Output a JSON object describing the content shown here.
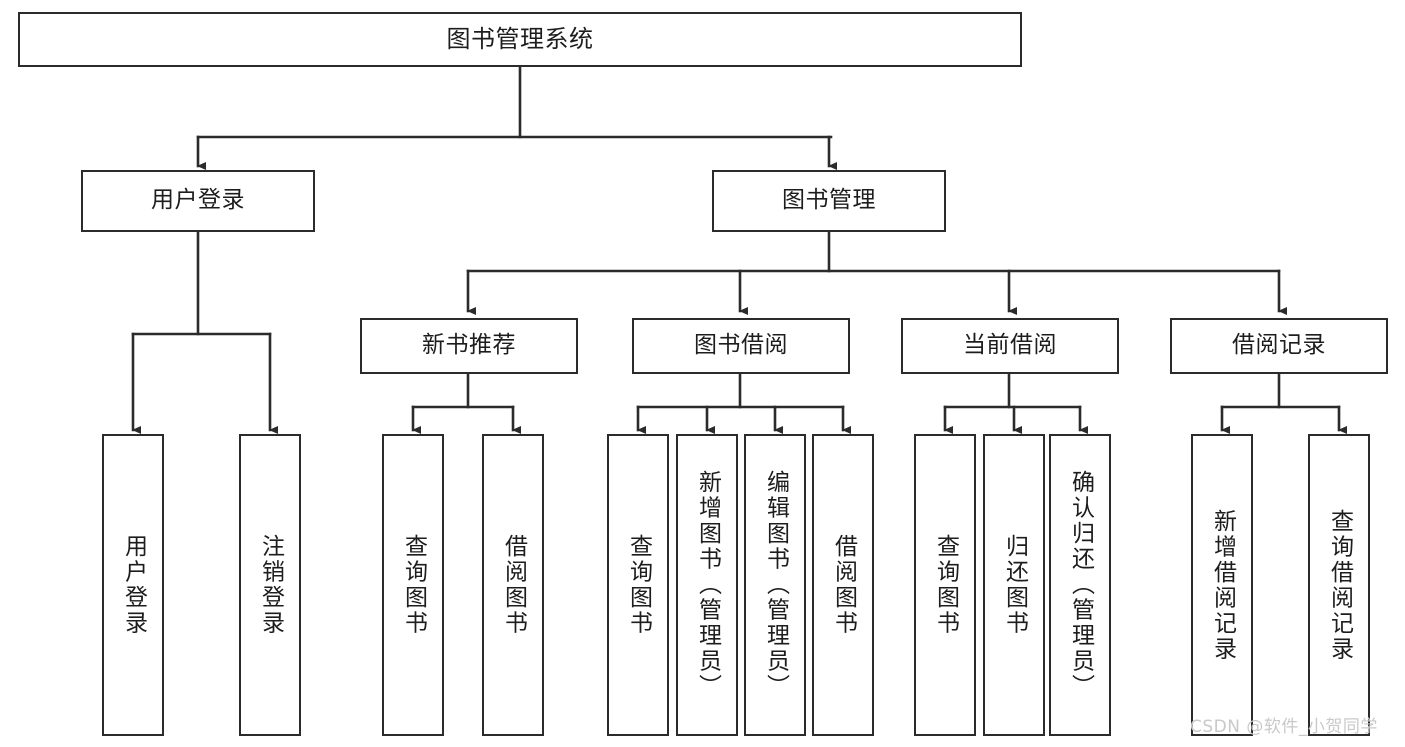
{
  "diagram": {
    "type": "tree",
    "title": "图书管理系统",
    "orientation": "top-down",
    "colors": {
      "node_border": "#2b2b2b",
      "node_fill": "#ffffff",
      "edge": "#2b2b2b",
      "text": "#1d1d1d",
      "watermark": "#c9c9c9",
      "background": "#ffffff"
    },
    "nodes": {
      "root": {
        "label": "图书管理系统"
      },
      "level1": [
        {
          "id": "user-login",
          "label": "用户登录"
        },
        {
          "id": "book-manage",
          "label": "图书管理"
        }
      ],
      "level2": [
        {
          "id": "new-book-recommend",
          "label": "新书推荐",
          "parent": "book-manage"
        },
        {
          "id": "book-borrow",
          "label": "图书借阅",
          "parent": "book-manage"
        },
        {
          "id": "current-borrow",
          "label": "当前借阅",
          "parent": "book-manage"
        },
        {
          "id": "borrow-record",
          "label": "借阅记录",
          "parent": "book-manage"
        }
      ],
      "leaves": [
        {
          "id": "leaf-user-login",
          "label": "用户登录",
          "parent": "user-login"
        },
        {
          "id": "leaf-logout",
          "label": "注销登录",
          "parent": "user-login"
        },
        {
          "id": "leaf-query-book-1",
          "label": "查询图书",
          "parent": "new-book-recommend"
        },
        {
          "id": "leaf-borrow-book-1",
          "label": "借阅图书",
          "parent": "new-book-recommend"
        },
        {
          "id": "leaf-query-book-2",
          "label": "查询图书",
          "parent": "book-borrow"
        },
        {
          "id": "leaf-add-book",
          "label": "新增图书（管理员）",
          "parent": "book-borrow"
        },
        {
          "id": "leaf-edit-book",
          "label": "编辑图书（管理员）",
          "parent": "book-borrow"
        },
        {
          "id": "leaf-borrow-book-2",
          "label": "借阅图书",
          "parent": "book-borrow"
        },
        {
          "id": "leaf-query-book-3",
          "label": "查询图书",
          "parent": "current-borrow"
        },
        {
          "id": "leaf-return-book",
          "label": "归还图书",
          "parent": "current-borrow"
        },
        {
          "id": "leaf-confirm-return",
          "label": "确认归还（管理员）",
          "parent": "current-borrow"
        },
        {
          "id": "leaf-add-record",
          "label": "新增借阅记录",
          "parent": "borrow-record"
        },
        {
          "id": "leaf-query-record",
          "label": "查询借阅记录",
          "parent": "borrow-record"
        }
      ]
    }
  },
  "watermark": {
    "text": "CSDN @软件_小贺同学"
  }
}
